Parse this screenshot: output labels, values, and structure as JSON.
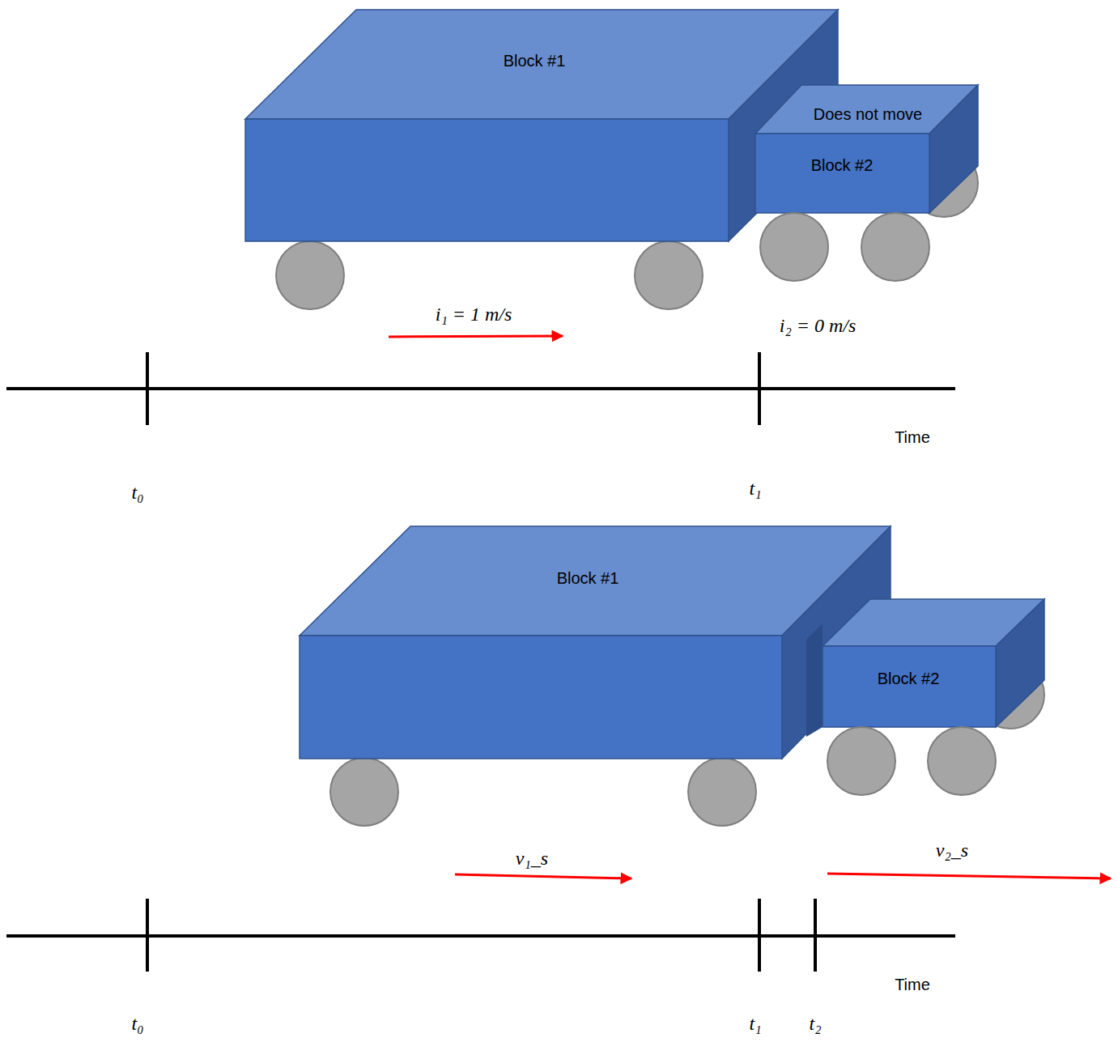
{
  "diagram": {
    "nodes": [
      {
        "text": [
          "Block #1"
        ]
      },
      {
        "text": [
          "Does not move",
          "Block #2"
        ]
      },
      {
        "text": [
          "Block #1"
        ]
      },
      {
        "text": [
          "Block #2"
        ]
      }
    ],
    "labels": [
      "i₁ = 1 m/s",
      "i₂ = 0 m/s",
      "Time",
      "t₀",
      "t₁",
      "v₁_s",
      "v₂_s",
      "Time",
      "t₀",
      "t₁",
      "t₂"
    ]
  }
}
